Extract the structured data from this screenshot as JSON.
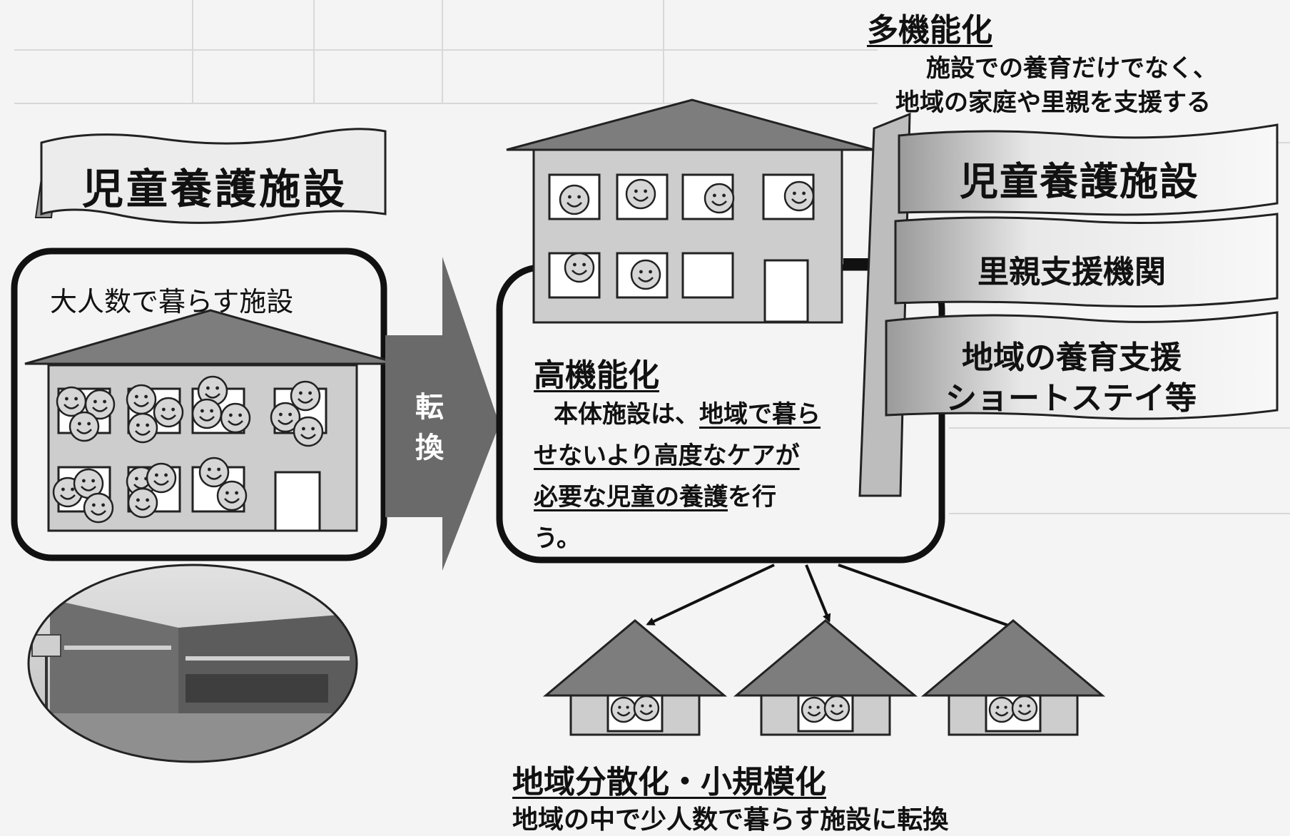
{
  "left": {
    "banner_title": "児童養護施設",
    "box_caption": "大人数で暮らす施設"
  },
  "arrow_label": [
    "転",
    "換"
  ],
  "center": {
    "heading": "高機能化",
    "body_lines": [
      {
        "text": "本体施設は、",
        "u": false
      },
      {
        "text": "地域で暮ら",
        "u": true
      },
      {
        "text": "せないより高度なケアが",
        "u": true
      },
      {
        "text": "必要な児童の養護",
        "u": true
      },
      {
        "text": "を行",
        "u": false
      },
      {
        "text": "う。",
        "u": false
      }
    ]
  },
  "right": {
    "heading": "多機能化",
    "desc_line1": "施設での養育だけでなく、",
    "desc_line2": "地域の家庭や里親を支援する",
    "flag1": "児童養護施設",
    "flag2": "里親支援機関",
    "flag3_line1": "地域の養育支援",
    "flag3_line2": "ショートステイ等"
  },
  "bottom": {
    "heading": "地域分散化・小規模化",
    "desc": "地域の中で少人数で暮らす施設に転換"
  },
  "colors": {
    "background": "#f4f4f4",
    "roof": "#7d7d7d",
    "wall": "#cdcdcd",
    "arrow": "#6a6a6a",
    "banner": "#ececec"
  }
}
